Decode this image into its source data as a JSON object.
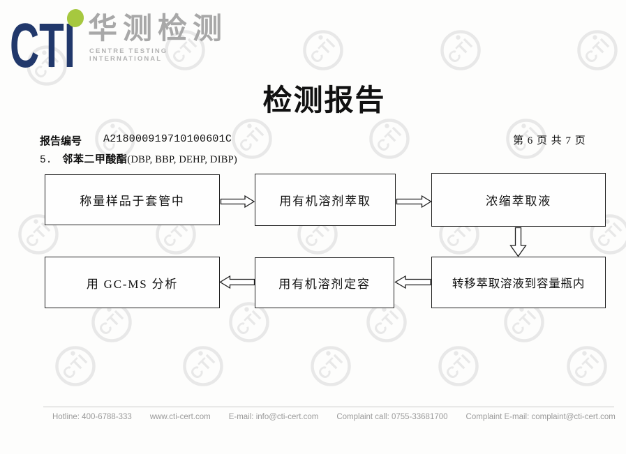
{
  "logo": {
    "wordmark": "CTI",
    "chinese_name": "华测检测",
    "subtitle": "CENTRE TESTING INTERNATIONAL"
  },
  "title": "检测报告",
  "report": {
    "label": "报告编号",
    "number": "A218000919710100601C",
    "page_info": "第 6 页  共 7 页"
  },
  "section": {
    "index": "5.",
    "name": "邻苯二甲酸酯",
    "detail": "(DBP, BBP, DEHP, DIBP)"
  },
  "flowchart": {
    "steps": [
      {
        "label": "称量样品于套管中"
      },
      {
        "label": "用有机溶剂萃取"
      },
      {
        "label": "浓缩萃取液"
      },
      {
        "label": "转移萃取溶液到容量瓶内"
      },
      {
        "label": "用有机溶剂定容"
      },
      {
        "label": "用 GC-MS 分析"
      }
    ]
  },
  "footer": {
    "items": [
      "Hotline: 400-6788-333",
      "www.cti-cert.com",
      "E-mail: info@cti-cert.com",
      "Complaint call: 0755-33681700",
      "Complaint E-mail: complaint@cti-cert.com"
    ]
  },
  "watermark": {
    "text": "CTI",
    "color": "#e8e8e8"
  },
  "colors": {
    "logo_navy": "#21386b",
    "logo_green": "#a6c83f",
    "logo_gray": "#a8a8a8",
    "footer_gray": "#9a9a9a",
    "line_black": "#1f1f1f"
  }
}
